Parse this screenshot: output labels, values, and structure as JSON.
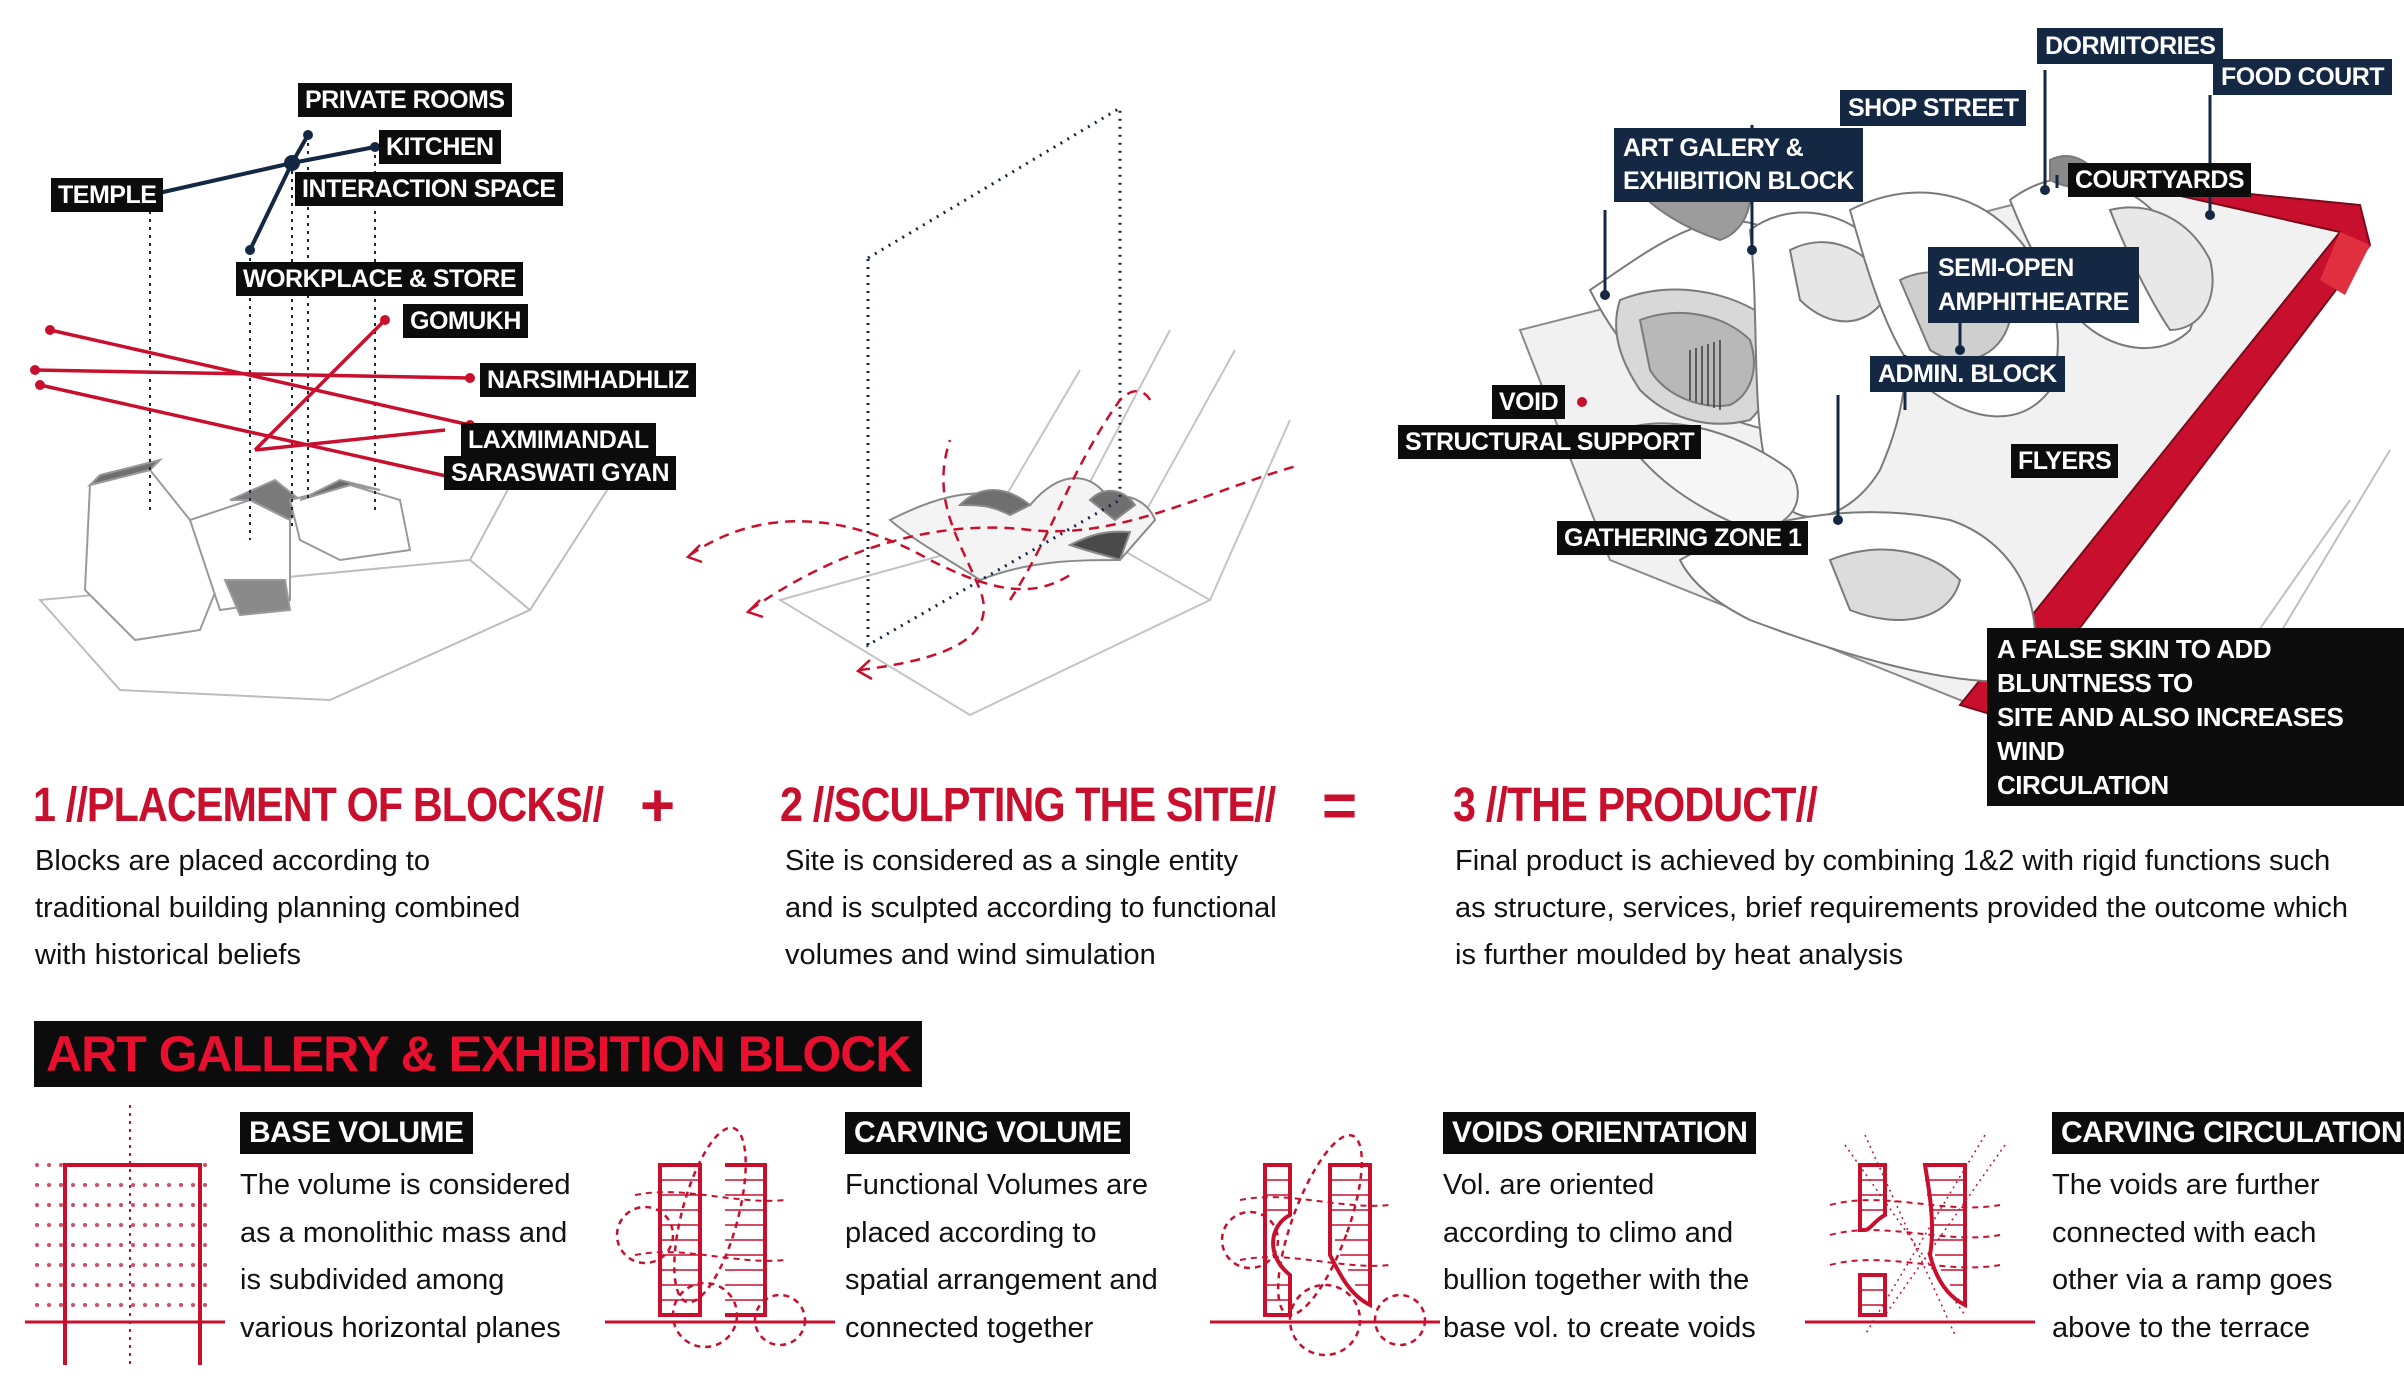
{
  "diagram1": {
    "labels": {
      "private_rooms": "PRIVATE ROOMS",
      "kitchen": "KITCHEN",
      "temple": "TEMPLE",
      "interaction_space": "INTERACTION SPACE",
      "workplace_store": "WORKPLACE & STORE",
      "gomukh": "GOMUKH",
      "narsimhadhliz": "NARSIMHADHLIZ",
      "laxmimandal": "LAXMIMANDAL",
      "saraswati_gyan": "SARASWATI GYAN"
    }
  },
  "diagram3": {
    "labels": {
      "dormitories": "DORMITORIES",
      "food_court": "FOOD COURT",
      "shop_street": "SHOP STREET",
      "art_gallery": "ART GALERY &\nEXHIBITION BLOCK",
      "courtyards": "COURTYARDS",
      "semi_open": "SEMI-OPEN\nAMPHITHEATRE",
      "admin_block": "ADMIN. BLOCK",
      "void": "VOID",
      "structural_support": "STRUCTURAL SUPPORT",
      "flyers": "FLYERS",
      "gathering_zone": "GATHERING ZONE 1",
      "false_skin": "A FALSE SKIN TO ADD BLUNTNESS TO\nSITE AND ALSO INCREASES WIND\nCIRCULATION"
    }
  },
  "steps": [
    {
      "heading": "1 //PLACEMENT OF BLOCKS//",
      "text": "Blocks are placed according to\ntraditional building planning combined\nwith historical beliefs"
    },
    {
      "heading": "2 //SCULPTING THE SITE//",
      "text": "Site is considered as a single entity\nand is sculpted according to functional\nvolumes and wind simulation"
    },
    {
      "heading": "3 //THE PRODUCT//",
      "text": "Final product is achieved by combining 1&2 with rigid functions such\nas structure, services, brief requirements provided the outcome which\nis further moulded by heat analysis"
    }
  ],
  "operators": {
    "plus": "+",
    "equals": "="
  },
  "art_gallery_section": {
    "title": "ART GALLERY & EXHIBITION BLOCK",
    "items": [
      {
        "label": "BASE VOLUME",
        "text": "The volume is considered\nas a monolithic mass and\nis subdivided among\nvarious horizontal planes"
      },
      {
        "label": "CARVING VOLUME",
        "text": "Functional Volumes are\nplaced according to\nspatial arrangement and\nconnected together"
      },
      {
        "label": "VOIDS ORIENTATION",
        "text": "Vol. are oriented\naccording to climo and\nbullion together with the\nbase vol. to create voids"
      },
      {
        "label": "CARVING CIRCULATION",
        "text": "The voids are further\nconnected with each\nother via a ramp goes\nabove to the terrace"
      }
    ]
  },
  "colors": {
    "accent_red": "#c8102e",
    "navy": "#142743",
    "black": "#0c0c0c",
    "gray": "#8a8a8a"
  }
}
